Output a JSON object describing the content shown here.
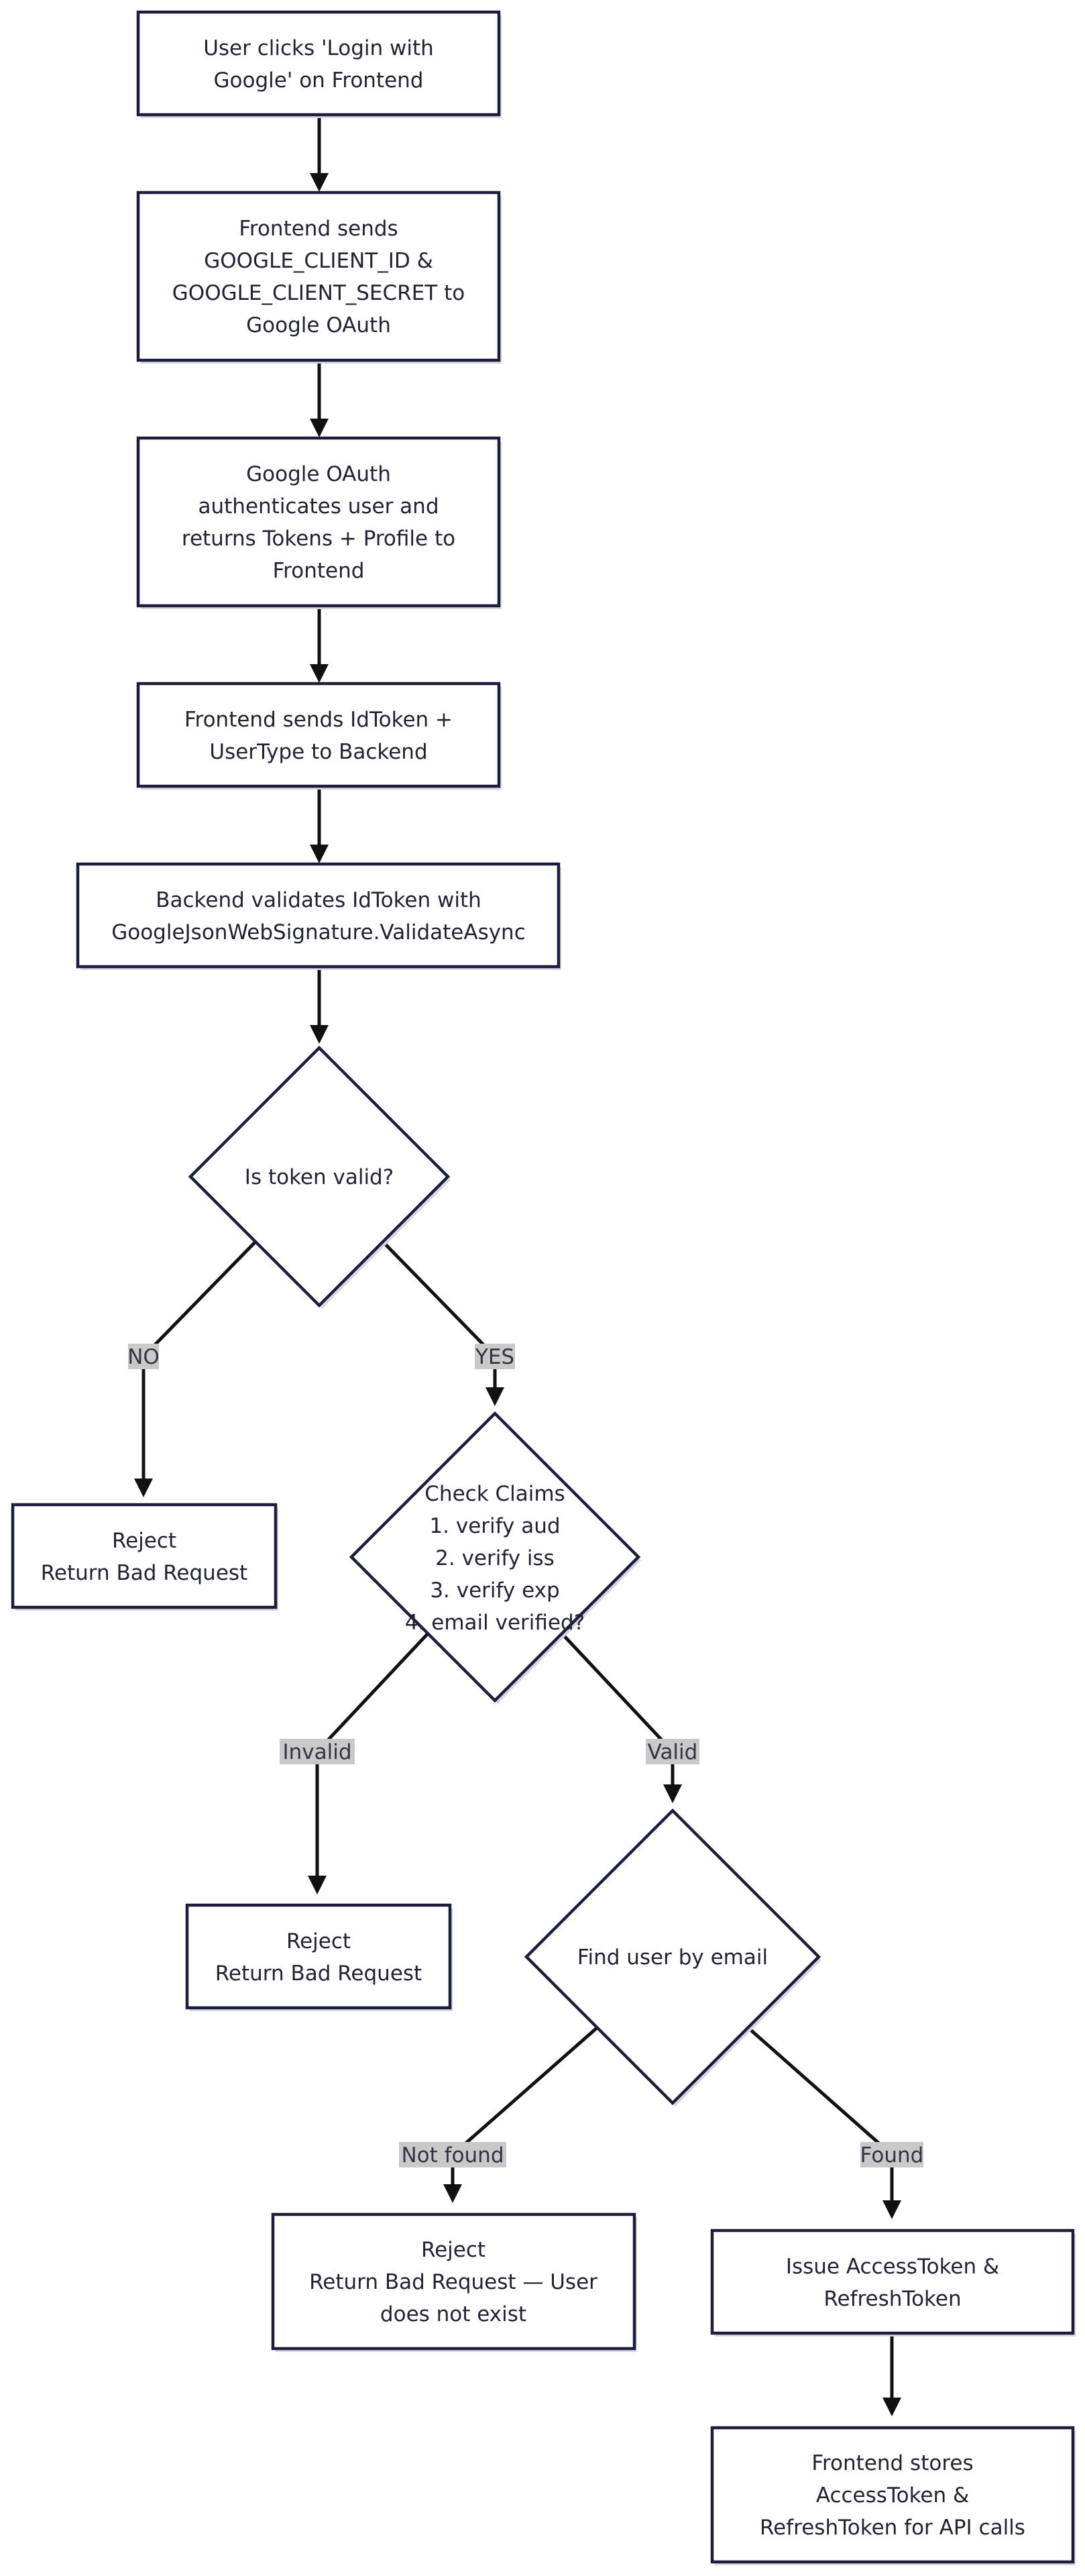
{
  "nodes": {
    "login_click": [
      "User clicks 'Login with",
      "Google' on Frontend"
    ],
    "send_credentials": [
      "Frontend sends",
      "GOOGLE_CLIENT_ID &",
      "GOOGLE_CLIENT_SECRET to",
      "Google OAuth"
    ],
    "oauth_authenticates": [
      "Google OAuth",
      "authenticates user and",
      "returns Tokens + Profile to",
      "Frontend"
    ],
    "send_idtoken": [
      "Frontend sends IdToken +",
      "UserType to Backend"
    ],
    "backend_validates": [
      "Backend validates IdToken with",
      "GoogleJsonWebSignature.ValidateAsync"
    ],
    "is_token_valid": [
      "Is token valid?"
    ],
    "reject_invalid_token": [
      "Reject",
      "Return Bad Request"
    ],
    "check_claims": [
      "Check Claims",
      "1. verify aud",
      "2. verify iss",
      "3. verify exp",
      "4. email verified?"
    ],
    "reject_invalid_claims": [
      "Reject",
      "Return Bad Request"
    ],
    "find_user": [
      "Find user by email"
    ],
    "reject_user_missing": [
      "Reject",
      "Return Bad Request — User",
      "does not exist"
    ],
    "issue_tokens": [
      "Issue AccessToken &",
      "RefreshToken"
    ],
    "store_tokens": [
      "Frontend stores",
      "AccessToken &",
      "RefreshToken for API calls"
    ]
  },
  "edge_labels": {
    "no": "NO",
    "yes": "YES",
    "invalid": "Invalid",
    "valid": "Valid",
    "not_found": "Not found",
    "found": "Found"
  }
}
